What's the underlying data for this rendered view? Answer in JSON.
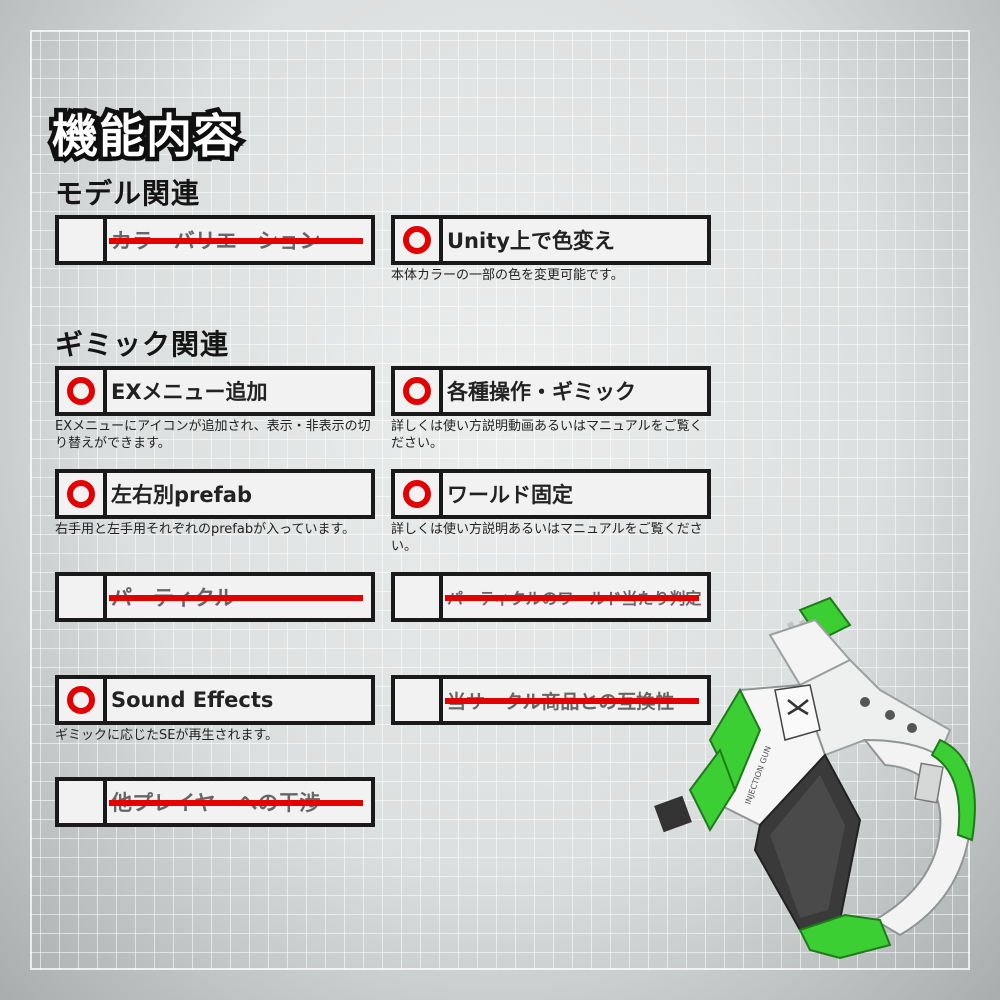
{
  "title": "機能内容",
  "sections": {
    "model": "モデル関連",
    "gimmick": "ギミック関連"
  },
  "items": {
    "color_variation": {
      "label": "カラーバリエーション",
      "status": "no"
    },
    "unity_recolor": {
      "label": "Unity上で色変え",
      "status": "yes",
      "desc": "本体カラーの一部の色を変更可能です。"
    },
    "ex_menu": {
      "label": "EXメニュー追加",
      "status": "yes",
      "desc": "EXメニューにアイコンが追加され、表示・非表示の切り替えができます。"
    },
    "operations": {
      "label": "各種操作・ギミック",
      "status": "yes",
      "desc": "詳しくは使い方説明動画あるいはマニュアルをご覧ください。"
    },
    "lr_prefab": {
      "label": "左右別prefab",
      "status": "yes",
      "desc": "右手用と左手用それぞれのprefabが入っています。"
    },
    "world_fixed": {
      "label": "ワールド固定",
      "status": "yes",
      "desc": "詳しくは使い方説明あるいはマニュアルをご覧ください。"
    },
    "particle": {
      "label": "パーティクル",
      "status": "no"
    },
    "particle_collision": {
      "label": "パーティクルのワールド当たり判定",
      "status": "no"
    },
    "sound": {
      "label": "Sound Effects",
      "status": "yes",
      "desc": "ギミックに応じたSEが再生されます。"
    },
    "compat": {
      "label": "当サークル商品との互換性",
      "status": "no"
    },
    "player_interference": {
      "label": "他プレイヤーへの干渉",
      "status": "no"
    }
  },
  "colors": {
    "check_mark": "#e30000",
    "strike": "#e50000",
    "accent_green": "#35d22f"
  },
  "product": {
    "icon": "injection-gun-image",
    "label": "INJECTION GUN"
  }
}
